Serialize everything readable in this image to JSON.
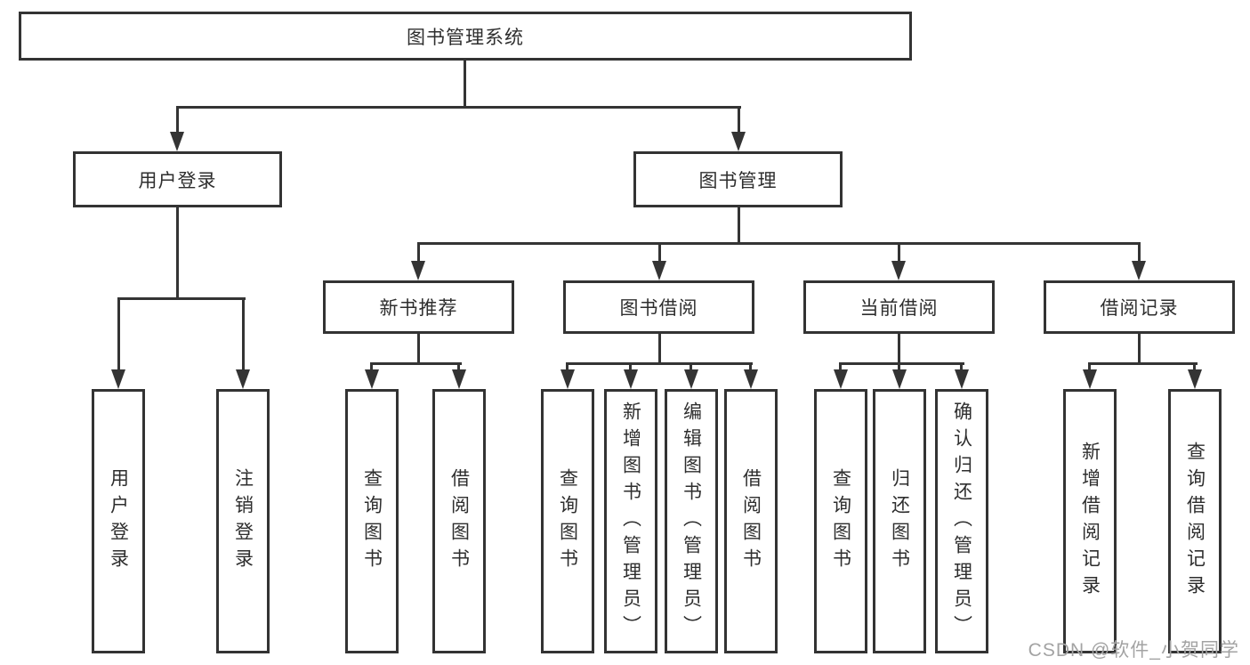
{
  "diagram_title": "图书管理系统",
  "nodes": {
    "root": "图书管理系统",
    "user_login": "用户登录",
    "book_management": "图书管理",
    "new_book_recommend": "新书推荐",
    "book_borrowing": "图书借阅",
    "current_borrowing": "当前借阅",
    "borrowing_records": "借阅记录"
  },
  "leaves": {
    "user_login": [
      "用户登录",
      "注销登录"
    ],
    "new_book_recommend": [
      "查询图书",
      "借阅图书"
    ],
    "book_borrowing": [
      "查询图书",
      "新增图书（管理员）",
      "编辑图书（管理员）",
      "借阅图书"
    ],
    "current_borrowing": [
      "查询图书",
      "归还图书",
      "确认归还（管理员）"
    ],
    "borrowing_records": [
      "新增借阅记录",
      "查询借阅记录"
    ]
  },
  "watermark": "CSDN @软件_小贺同学",
  "colors": {
    "line": "#343434",
    "box_border": "#333333",
    "text": "#2e2e2e",
    "watermark": "#a3a3a3",
    "background": "#ffffff"
  }
}
